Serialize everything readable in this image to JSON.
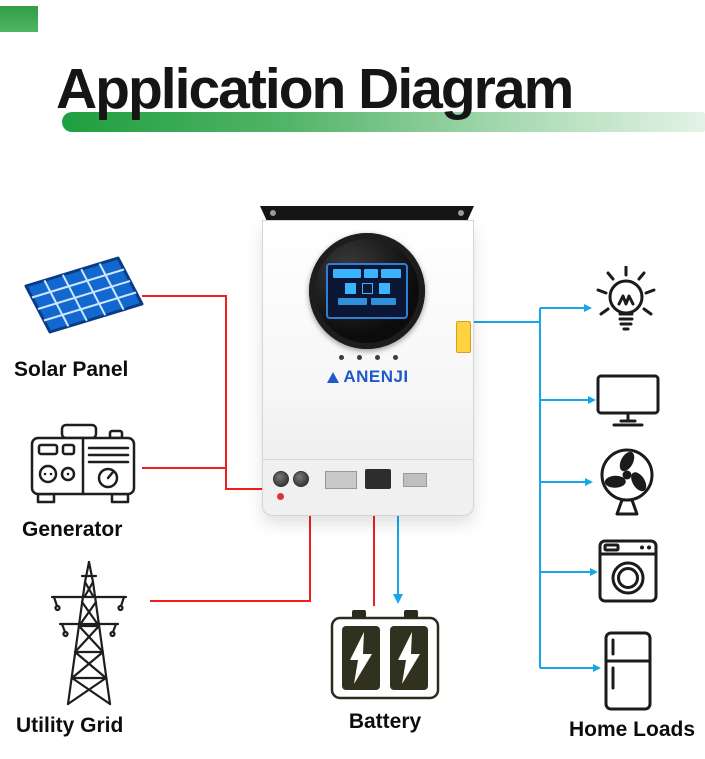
{
  "title": "Application Diagram",
  "inverter": {
    "brand": "ANENJI"
  },
  "nodes": {
    "solar": {
      "label": "Solar Panel"
    },
    "generator": {
      "label": "Generator"
    },
    "grid": {
      "label": "Utility Grid"
    },
    "battery": {
      "label": "Battery"
    },
    "loads": {
      "label": "Home Loads"
    }
  },
  "loads_icons": [
    "light-bulb",
    "monitor",
    "fan",
    "washing-machine",
    "refrigerator"
  ],
  "connections": [
    {
      "from": "solar-panel",
      "to": "inverter",
      "line_color": "red"
    },
    {
      "from": "generator",
      "to": "inverter",
      "line_color": "red"
    },
    {
      "from": "utility-grid",
      "to": "inverter",
      "line_color": "red"
    },
    {
      "from": "inverter",
      "to": "battery",
      "line_color": "red and blue"
    },
    {
      "from": "inverter",
      "to": "home-loads",
      "line_color": "blue"
    }
  ],
  "colors": {
    "accent_green": "#2f9e44",
    "input_line_red": "#f01e1e",
    "output_line_blue": "#19a6e6",
    "solar_blue": "#1268cf",
    "logo_blue": "#1f58c8"
  }
}
